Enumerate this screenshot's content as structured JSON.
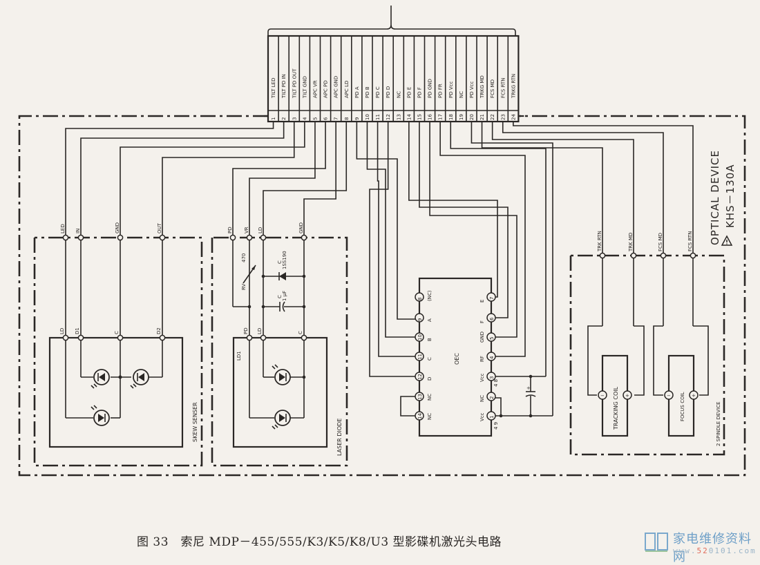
{
  "figure": {
    "caption": "图 33　索尼 MDP－455/555/K3/K5/K8/U3 型影碟机激光头电路",
    "device_name": "OPTICAL DEVICE",
    "device_model": "KHS－130A",
    "warning_icon": "warning-triangle-icon"
  },
  "connector": {
    "pins": [
      {
        "num": "1",
        "name": "TILT LED"
      },
      {
        "num": "2",
        "name": "TILT PD IN"
      },
      {
        "num": "3",
        "name": "TILT PD OUT"
      },
      {
        "num": "4",
        "name": "TILT GND"
      },
      {
        "num": "5",
        "name": "APC VR"
      },
      {
        "num": "6",
        "name": "APC PD"
      },
      {
        "num": "7",
        "name": "APC GND"
      },
      {
        "num": "8",
        "name": "APC LD"
      },
      {
        "num": "9",
        "name": "PD A"
      },
      {
        "num": "10",
        "name": "PD B"
      },
      {
        "num": "11",
        "name": "PD C"
      },
      {
        "num": "12",
        "name": "PD D"
      },
      {
        "num": "13",
        "name": "NC"
      },
      {
        "num": "14",
        "name": "PD E"
      },
      {
        "num": "15",
        "name": "PD F"
      },
      {
        "num": "16",
        "name": "PD GND"
      },
      {
        "num": "17",
        "name": "PD FR"
      },
      {
        "num": "18",
        "name": "PD Vcc"
      },
      {
        "num": "19",
        "name": "NC"
      },
      {
        "num": "20",
        "name": "PD Vcc"
      },
      {
        "num": "21",
        "name": "TRKG MD"
      },
      {
        "num": "22",
        "name": "FCS MD"
      },
      {
        "num": "23",
        "name": "FCS RTN"
      },
      {
        "num": "24",
        "name": "TRKG RTN"
      }
    ]
  },
  "skew_sensor": {
    "title": "SKEW SENSER",
    "inputs": [
      "LED",
      "IN",
      "GND",
      "OUT"
    ],
    "inner_terminals": [
      "LD",
      "D1",
      "C",
      "D2"
    ]
  },
  "laser_diode": {
    "title": "LASER DIODE",
    "inputs": [
      "PD",
      "VR",
      "LD",
      "GND"
    ],
    "inner_terminals": [
      "PD",
      "LD",
      "C"
    ],
    "part_ref": "LD1",
    "rv_label": "RV",
    "rv_value": "470",
    "diode_label": "C",
    "diode_part": "1SS190",
    "cap_label": "C",
    "cap_value": "1 μF"
  },
  "oec": {
    "title": "OEC",
    "left_pins": [
      {
        "num": "8",
        "name": "(NC)"
      },
      {
        "num": "9",
        "name": "A"
      },
      {
        "num": "10",
        "name": "B"
      },
      {
        "num": "11",
        "name": "C"
      },
      {
        "num": "12",
        "name": "D"
      },
      {
        "num": "13",
        "name": "NC"
      },
      {
        "num": "14",
        "name": "NC"
      }
    ],
    "right_pins": [
      {
        "num": "7",
        "name": "E"
      },
      {
        "num": "6",
        "name": "F"
      },
      {
        "num": "5",
        "name": "GND"
      },
      {
        "num": "4",
        "name": "RF"
      },
      {
        "num": "3",
        "name": "Vcc"
      },
      {
        "num": "2",
        "name": "NC"
      },
      {
        "num": "1",
        "name": "Vcc"
      }
    ],
    "note_48": "4 8",
    "note_49": "4 9"
  },
  "spindle_device": {
    "title": "2 SPINDLE DEVICE",
    "inputs": [
      "TRK RTN",
      "TRK MD",
      "FCS MD",
      "FCS RTN"
    ],
    "tracking_coil": "TRACKING COIL",
    "focus_coil": "FOCUS COIL",
    "minus": "−",
    "plus": "+"
  },
  "watermark": {
    "title": "家电维修资料网",
    "url_prefix": "www.",
    "url_highlight": "52",
    "url_suffix": "0101.com"
  }
}
